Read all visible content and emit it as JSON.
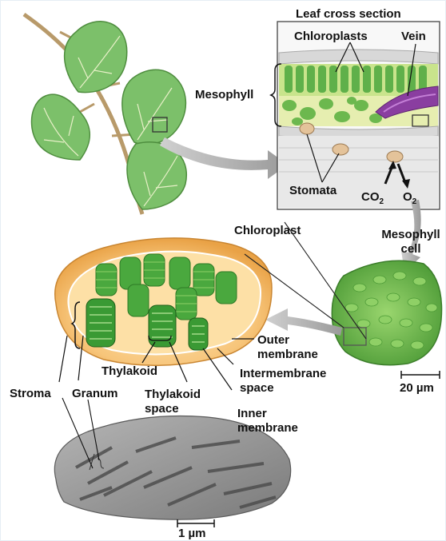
{
  "labels": {
    "leaf_cross_section": "Leaf cross section",
    "chloroplasts": "Chloroplasts",
    "vein": "Vein",
    "mesophyll": "Mesophyll",
    "stomata": "Stomata",
    "co2": "CO",
    "co2_sub": "2",
    "o2": "O",
    "o2_sub": "2",
    "chloroplast": "Chloroplast",
    "mesophyll_cell_1": "Mesophyll",
    "mesophyll_cell_2": "cell",
    "outer_membrane_1": "Outer",
    "outer_membrane_2": "membrane",
    "intermembrane_1": "Intermembrane",
    "intermembrane_2": "space",
    "inner_membrane_1": "Inner",
    "inner_membrane_2": "membrane",
    "thylakoid": "Thylakoid",
    "thylakoid_space_1": "Thylakoid",
    "thylakoid_space_2": "space",
    "stroma": "Stroma",
    "granum": "Granum",
    "scale_20": "20 µm",
    "scale_1": "1 µm"
  },
  "colors": {
    "leaf": "#7cc06a",
    "leaf_vein": "#e8f0c8",
    "stem": "#b89a6a",
    "chloroplast_envelope": "#f5b860",
    "thylakoid": "#3fa23a",
    "cell": "#6cb84e",
    "vein_purple": "#8a3ea0",
    "micrograph": "#8c8c8c"
  }
}
